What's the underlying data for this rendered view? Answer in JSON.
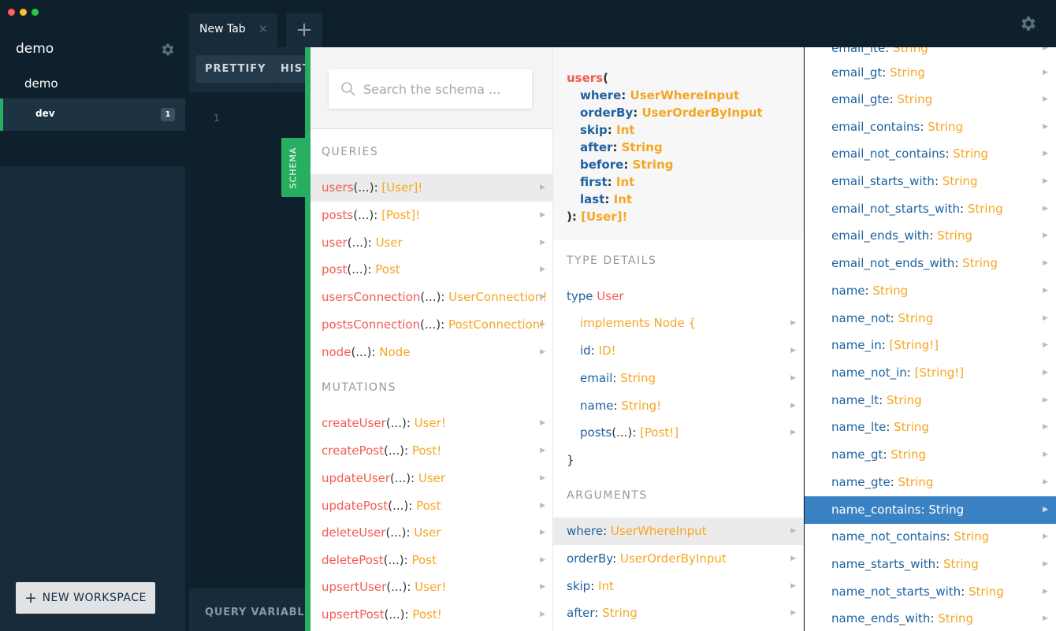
{
  "sidebar": {
    "workspace_title": "demo",
    "project_title": "demo",
    "env_name": "dev",
    "env_count": "1",
    "new_workspace_label": "NEW WORKSPACE"
  },
  "tabs": {
    "active_label": "New Tab",
    "close_glyph": "×",
    "add_glyph": "+"
  },
  "editor": {
    "prettify_label": "PRETTIFY",
    "history_label": "HISTORY",
    "line_number": "1",
    "query_variables_label": "QUERY VARIABLES"
  },
  "schema": {
    "tab_label": "SCHEMA",
    "search_placeholder": "Search the schema ...",
    "queries_title": "QUERIES",
    "mutations_title": "MUTATIONS",
    "queries": [
      {
        "name": "users",
        "args": "(...)",
        "type": "[User]!"
      },
      {
        "name": "posts",
        "args": "(...)",
        "type": "[Post]!"
      },
      {
        "name": "user",
        "args": "(...)",
        "type": "User"
      },
      {
        "name": "post",
        "args": "(...)",
        "type": "Post"
      },
      {
        "name": "usersConnection",
        "args": "(...)",
        "type": "UserConnection!"
      },
      {
        "name": "postsConnection",
        "args": "(...)",
        "type": "PostConnection!"
      },
      {
        "name": "node",
        "args": "(...)",
        "type": "Node"
      }
    ],
    "mutations": [
      {
        "name": "createUser",
        "args": "(...)",
        "type": "User!"
      },
      {
        "name": "createPost",
        "args": "(...)",
        "type": "Post!"
      },
      {
        "name": "updateUser",
        "args": "(...)",
        "type": "User"
      },
      {
        "name": "updatePost",
        "args": "(...)",
        "type": "Post"
      },
      {
        "name": "deleteUser",
        "args": "(...)",
        "type": "User"
      },
      {
        "name": "deletePost",
        "args": "(...)",
        "type": "Post"
      },
      {
        "name": "upsertUser",
        "args": "(...)",
        "type": "User!"
      },
      {
        "name": "upsertPost",
        "args": "(...)",
        "type": "Post!"
      }
    ],
    "signature": {
      "name": "users",
      "open": "(",
      "args": [
        {
          "name": "where",
          "type": "UserWhereInput"
        },
        {
          "name": "orderBy",
          "type": "UserOrderByInput"
        },
        {
          "name": "skip",
          "type": "Int"
        },
        {
          "name": "after",
          "type": "String"
        },
        {
          "name": "before",
          "type": "String"
        },
        {
          "name": "first",
          "type": "Int"
        },
        {
          "name": "last",
          "type": "Int"
        }
      ],
      "close": "):",
      "return_type": "[User]!"
    },
    "type_details_title": "TYPE DETAILS",
    "type_keyword": "type",
    "type_name": "User",
    "implements_keyword": "implements",
    "implements_name": "Node",
    "open_brace": "{",
    "close_brace": "}",
    "fields": [
      {
        "name": "id",
        "type": "ID!"
      },
      {
        "name": "email",
        "type": "String"
      },
      {
        "name": "name",
        "type": "String!"
      },
      {
        "name": "posts",
        "args": "(...)",
        "type": "[Post!]"
      }
    ],
    "arguments_title": "ARGUMENTS",
    "arguments": [
      {
        "name": "where",
        "type": "UserWhereInput"
      },
      {
        "name": "orderBy",
        "type": "UserOrderByInput"
      },
      {
        "name": "skip",
        "type": "Int"
      },
      {
        "name": "after",
        "type": "String"
      }
    ],
    "where_fields": [
      {
        "name": "email_lte",
        "type": "String"
      },
      {
        "name": "email_gt",
        "type": "String"
      },
      {
        "name": "email_gte",
        "type": "String"
      },
      {
        "name": "email_contains",
        "type": "String"
      },
      {
        "name": "email_not_contains",
        "type": "String"
      },
      {
        "name": "email_starts_with",
        "type": "String"
      },
      {
        "name": "email_not_starts_with",
        "type": "String"
      },
      {
        "name": "email_ends_with",
        "type": "String"
      },
      {
        "name": "email_not_ends_with",
        "type": "String"
      },
      {
        "name": "name",
        "type": "String"
      },
      {
        "name": "name_not",
        "type": "String"
      },
      {
        "name": "name_in",
        "type": "[String!]"
      },
      {
        "name": "name_not_in",
        "type": "[String!]"
      },
      {
        "name": "name_lt",
        "type": "String"
      },
      {
        "name": "name_lte",
        "type": "String"
      },
      {
        "name": "name_gt",
        "type": "String"
      },
      {
        "name": "name_gte",
        "type": "String"
      },
      {
        "name": "name_contains",
        "type": "String"
      },
      {
        "name": "name_not_contains",
        "type": "String"
      },
      {
        "name": "name_starts_with",
        "type": "String"
      },
      {
        "name": "name_not_starts_with",
        "type": "String"
      },
      {
        "name": "name_ends_with",
        "type": "String"
      }
    ]
  },
  "colors": {
    "accent_green": "#27ae60",
    "selection_blue": "#3b82c4",
    "field_red": "#f25c54",
    "field_blue": "#1f61a0",
    "type_orange": "#f5a623",
    "sidebar_bg": "#172b3a",
    "app_bg": "#0f202d"
  }
}
